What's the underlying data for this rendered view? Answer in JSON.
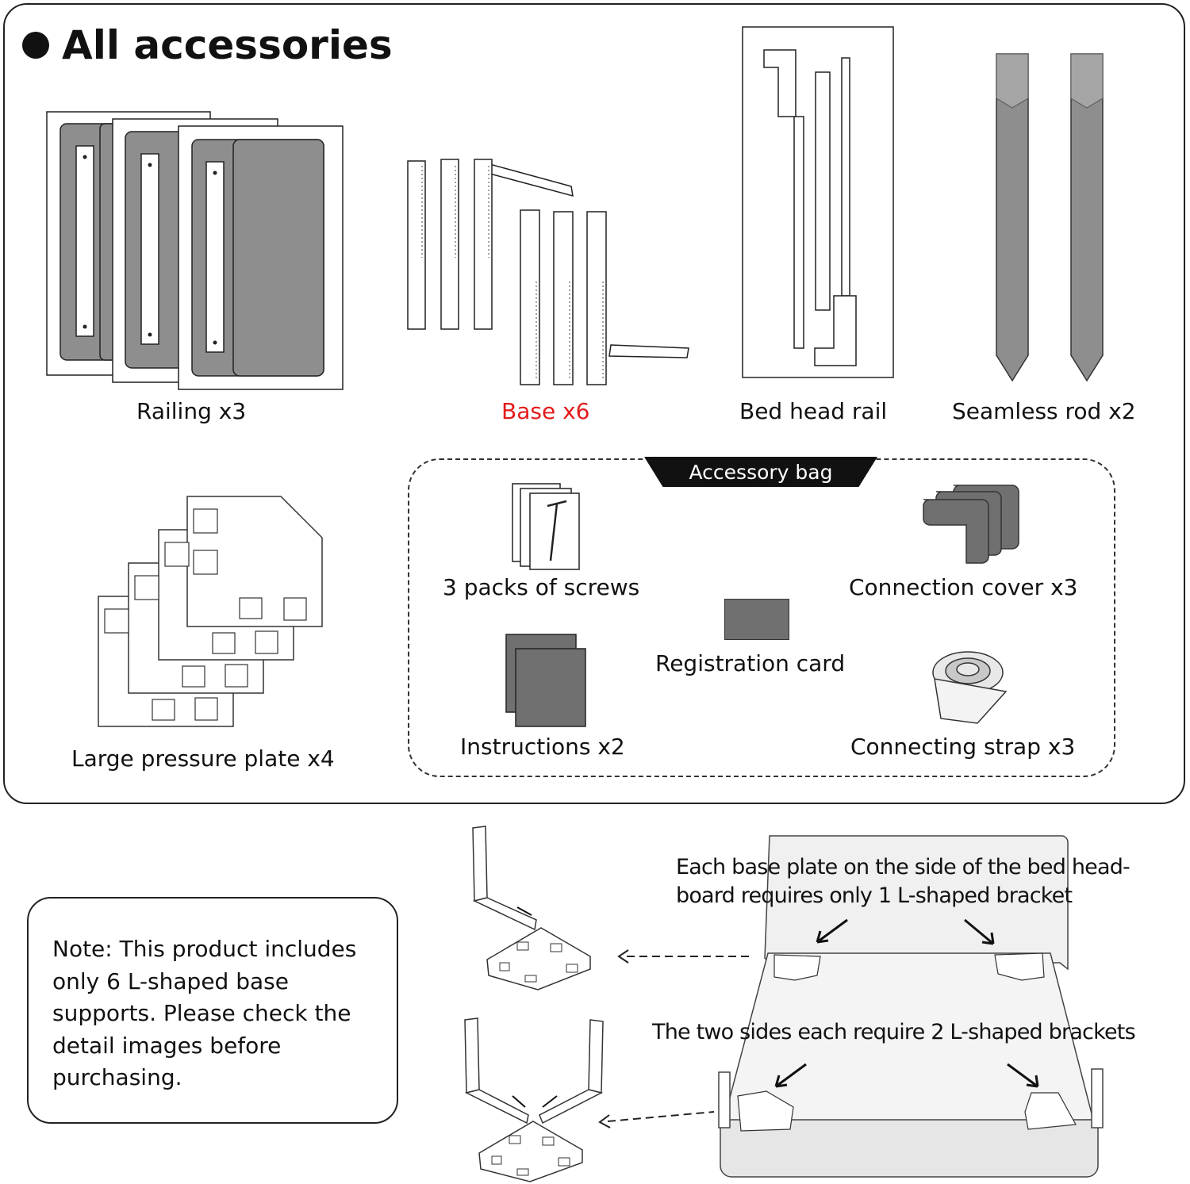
{
  "title": "All accessories",
  "colors": {
    "accent_red": "#e31b1b",
    "gray": "#8e8e8e",
    "dark_gray": "#6d6d6d",
    "black": "#111111"
  },
  "items": {
    "railing": "Railing x3",
    "base": "Base x6",
    "bed_head_rail": "Bed head rail",
    "seamless_rod": "Seamless rod x2",
    "pressure_plate": "Large pressure plate x4"
  },
  "accessory_bag": {
    "title": "Accessory bag",
    "screws": "3 packs of screws",
    "connection_cover": "Connection cover x3",
    "registration_card": "Registration card",
    "instructions": "Instructions x2",
    "connecting_strap": "Connecting strap x3"
  },
  "note": "Note: This product includes only 6 L-shaped base supports. Please check the detail images before purchasing.",
  "annotations": {
    "head_line1": "Each base plate on the side of the bed head-",
    "head_line2": "board requires only 1 L-shaped bracket",
    "sides": "The two sides each require 2 L-shaped brackets"
  }
}
